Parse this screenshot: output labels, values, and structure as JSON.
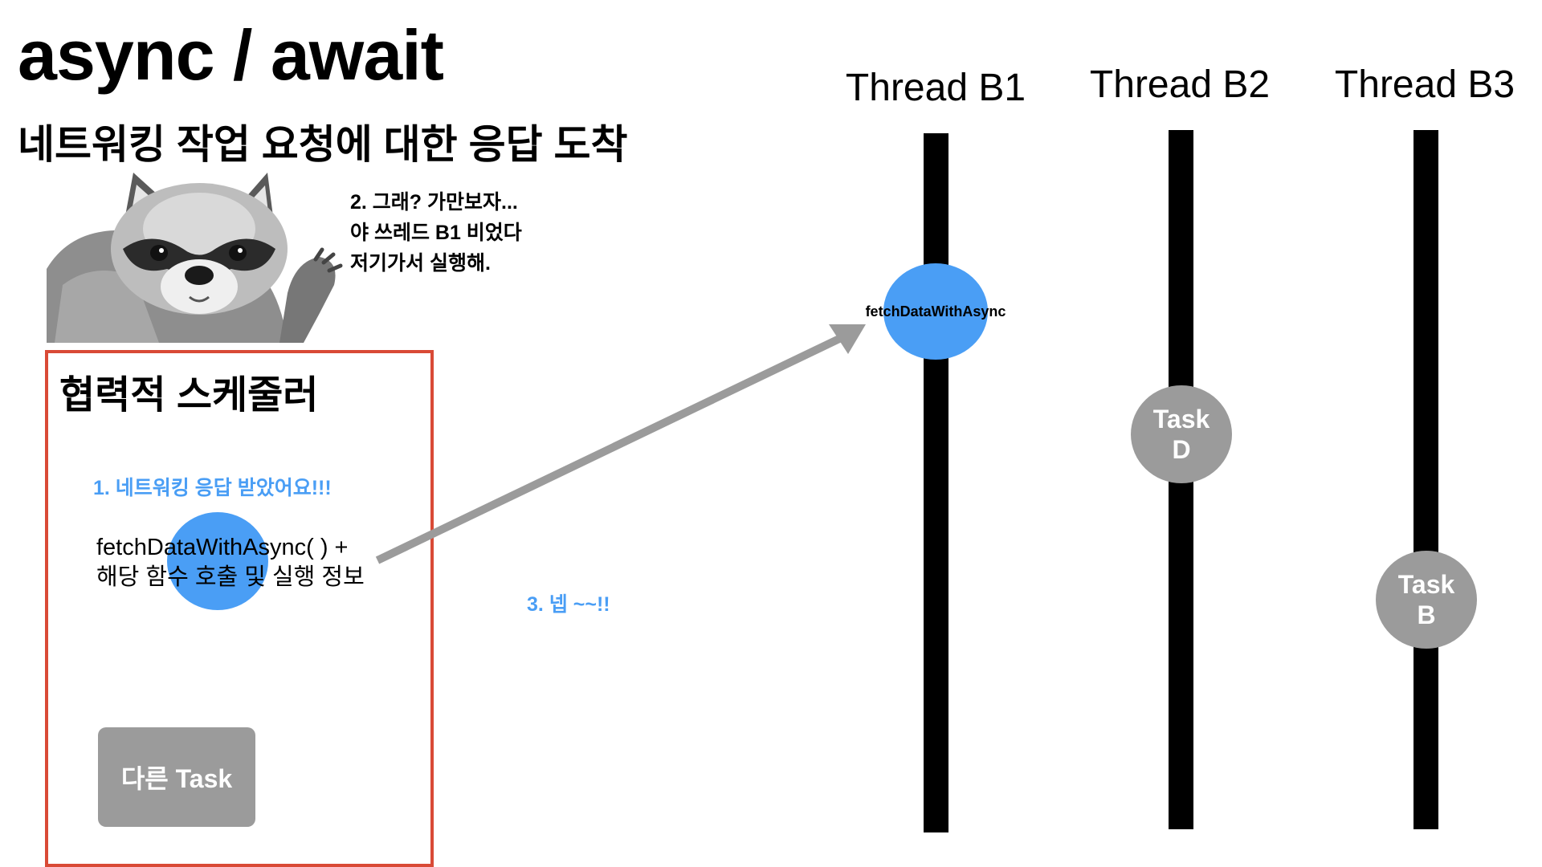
{
  "header": {
    "title": "async / await",
    "subtitle": "네트워킹 작업 요청에 대한 응답 도착"
  },
  "speech_bubble": {
    "line1": "2. 그래? 가만보자...",
    "line2": "야 쓰레드 B1 비었다",
    "line3": "저기가서 실행해."
  },
  "scheduler": {
    "title": "협력적 스케줄러",
    "step1": "1. 네트워킹 응답 받았어요!!!",
    "queued_line1": "fetchDataWithAsync( ) +",
    "queued_line2": "해당 함수 호출 및 실행 정보",
    "other_task": "다른 Task"
  },
  "step3": "3. 넵 ~~!!",
  "threads": [
    {
      "name": "Thread B1"
    },
    {
      "name": "Thread B2"
    },
    {
      "name": "Thread B3"
    }
  ],
  "thread_b1_job": "fetchDataWithAsync",
  "task_d": {
    "line1": "Task",
    "line2": "D"
  },
  "task_b": {
    "line1": "Task",
    "line2": "B"
  },
  "colors": {
    "accent_blue": "#4a9ef5",
    "task_gray": "#9b9b9b",
    "scheduler_border": "#d94a36",
    "arrow_gray": "#9b9b9b"
  },
  "icons": {
    "mascot": "raccoon-illustration"
  }
}
